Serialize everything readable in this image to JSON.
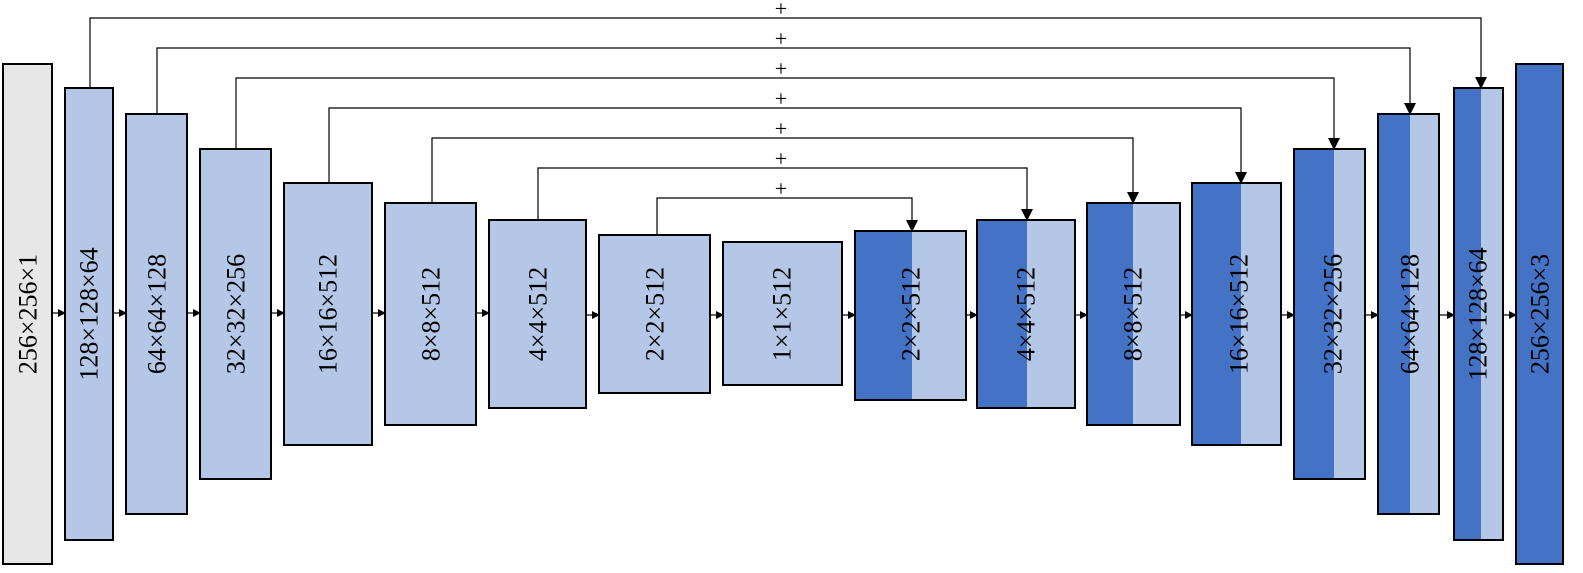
{
  "colors": {
    "input": "#e7e7e7",
    "encoder": "#b4c7e7",
    "decoder": "#4472c4",
    "line": "#000000"
  },
  "encoder": [
    {
      "label": "256×256×1"
    },
    {
      "label": "128×128×64"
    },
    {
      "label": "64×64×128"
    },
    {
      "label": "32×32×256"
    },
    {
      "label": "16×16×512"
    },
    {
      "label": "8×8×512"
    },
    {
      "label": "4×4×512"
    },
    {
      "label": "2×2×512"
    },
    {
      "label": "1×1×512"
    }
  ],
  "decoder": [
    {
      "label": "2×2×512"
    },
    {
      "label": "4×4×512"
    },
    {
      "label": "8×8×512"
    },
    {
      "label": "16×16×512"
    },
    {
      "label": "32×32×256"
    },
    {
      "label": "64×64×128"
    },
    {
      "label": "128×128×64"
    },
    {
      "label": "256×256×3"
    }
  ],
  "skip_symbol": "+"
}
